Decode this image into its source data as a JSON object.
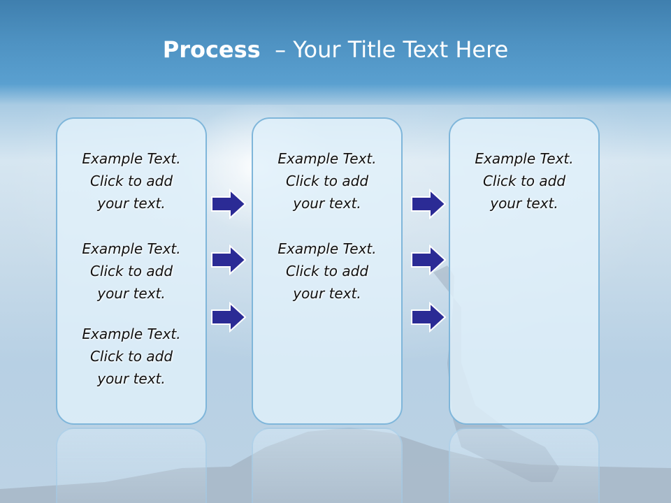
{
  "title": {
    "bold": "Process",
    "rest": "– Your Title Text Here"
  },
  "columns": [
    {
      "blocks": [
        {
          "lines": [
            "Example Text.",
            "Click  to add",
            "your text."
          ]
        },
        {
          "lines": [
            "Example Text.",
            "Click  to add",
            "your text."
          ]
        },
        {
          "lines": [
            "Example Text.",
            "Click  to add",
            "your text."
          ]
        }
      ]
    },
    {
      "blocks": [
        {
          "lines": [
            "Example Text.",
            "Click  to add",
            "your text."
          ]
        },
        {
          "lines": [
            "Example Text.",
            "Click  to add",
            "your text."
          ]
        }
      ]
    },
    {
      "blocks": [
        {
          "lines": [
            "Example Text.",
            "Click  to add",
            "your text."
          ]
        }
      ]
    }
  ],
  "arrow_icon": "arrow-right-icon",
  "colors": {
    "arrow_fill": "#2b2b95",
    "box_border": "#7fb6da",
    "title_text": "#ffffff"
  }
}
